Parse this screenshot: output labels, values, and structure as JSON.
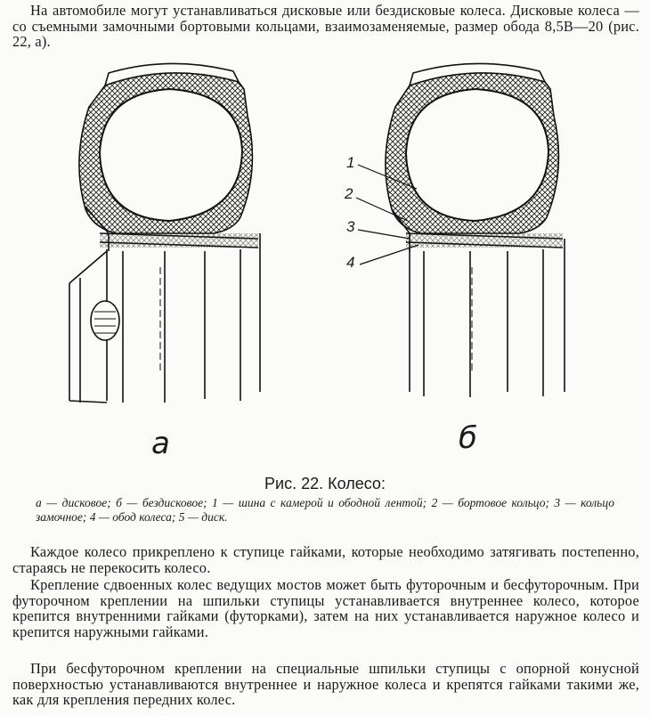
{
  "intro": "На автомобиле могут устанавливаться дисковые или бездисковые колеса. Дисковые колеса — со съемными замочными бортовыми кольцами, взаимозаменяемые, размер обода 8,5В—20 (рис. 22, а).",
  "figure": {
    "label_a": "а",
    "label_b": "б",
    "callouts": [
      "1",
      "2",
      "3",
      "4"
    ],
    "caption": "Рис. 22. Колесо:",
    "legend": "а — дисковое; б — бездисковое; 1 — шина с камерой и ободной лентой; 2 — бортовое кольцо; 3 — кольцо замочное; 4 — обод колеса; 5 — диск."
  },
  "paragraphs": [
    "Каждое колесо прикреплено к ступице гайками, которые необходимо затягивать постепенно, стараясь не перекосить колесо.",
    "Крепление сдвоенных колес ведущих мостов может быть футорочным и бесфуторочным. При футорочном креплении на шпильки ступицы устанавливается внутреннее колесо, которое крепится внутренними гайками (футорками), затем на них устанавливается наружное колесо и крепится наружными гайками.",
    "При бесфуторочном креплении на специальные шпильки ступицы с опорной конусной поверхностью устанавливаются внутреннее и наружное колеса и крепятся гайками такими же, как для крепления передних колес."
  ]
}
